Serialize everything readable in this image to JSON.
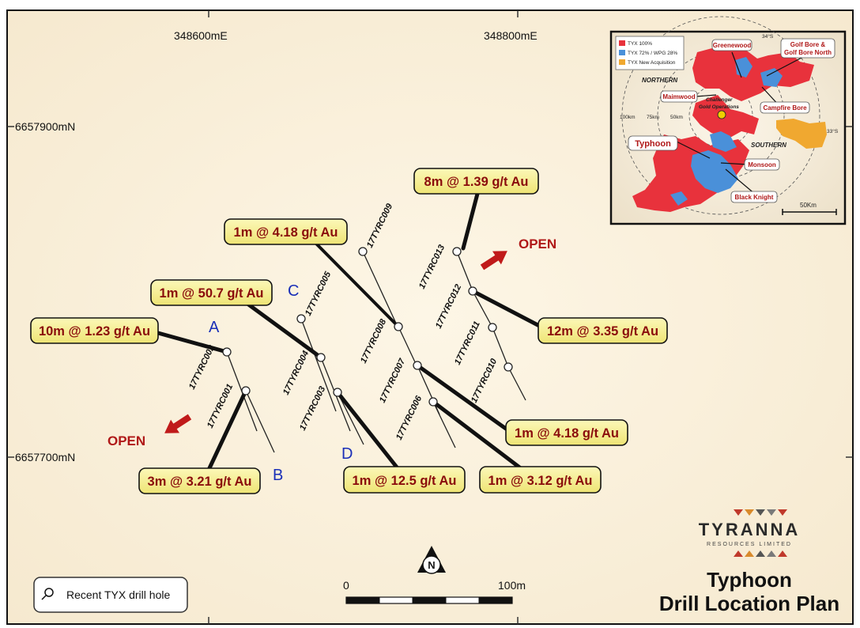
{
  "grid": {
    "easting_1": "348600mE",
    "easting_2": "348800mE",
    "northing_1": "6657900mN",
    "northing_2": "6657700mN"
  },
  "drill_holes": [
    "17TYRC001",
    "17TYRC002",
    "17TYRC003",
    "17TYRC004",
    "17TYRC005",
    "17TYRC006",
    "17TYRC007",
    "17TYRC008",
    "17TYRC009",
    "17TYRC010",
    "17TYRC011",
    "17TYRC012",
    "17TYRC013"
  ],
  "assays": [
    "10m @ 1.23 g/t Au",
    "1m @ 50.7 g/t Au",
    "1m @ 4.18 g/t Au",
    "8m @ 1.39 g/t Au",
    "12m @ 3.35 g/t Au",
    "1m @ 4.18 g/t Au",
    "3m @ 3.21 g/t Au",
    "1m @ 12.5 g/t Au",
    "1m @ 3.12 g/t Au"
  ],
  "zones": [
    "A",
    "B",
    "C",
    "D"
  ],
  "open_label": "OPEN",
  "inset": {
    "legend": [
      "TYX 100%",
      "TYX 72% / WPG 28%",
      "TYX New Acquisition"
    ],
    "legend_colors": [
      "#e8323c",
      "#4a90d9",
      "#f0a830"
    ],
    "places": [
      "Greenewood",
      "Golf Bore &",
      "Golf Bore North",
      "Maimwood",
      "Campfire Bore",
      "Challenger",
      "Gold Operations",
      "Typhoon",
      "Monsoon",
      "Black Knight"
    ],
    "regions": [
      "NORTHERN",
      "SOUTHERN"
    ],
    "rings": [
      "100km",
      "75km",
      "50km"
    ],
    "lat_top": "34°S",
    "lat_right": "33°S",
    "scale": "50Km"
  },
  "scale_bar": {
    "start": "0",
    "end": "100m"
  },
  "north": "N",
  "legend": {
    "label": "Recent TYX drill hole"
  },
  "company": {
    "name": "TYRANNA",
    "sub": "RESOURCES LIMITED"
  },
  "title": {
    "line1": "Typhoon",
    "line2": "Drill Location Plan"
  },
  "colors": {
    "background": "#fbf1dd",
    "assay_fill": "#f8f08c",
    "assay_text": "#8a0c0c",
    "zone_letter": "#1a2fb8",
    "open_arrow": "#c01a1a"
  }
}
